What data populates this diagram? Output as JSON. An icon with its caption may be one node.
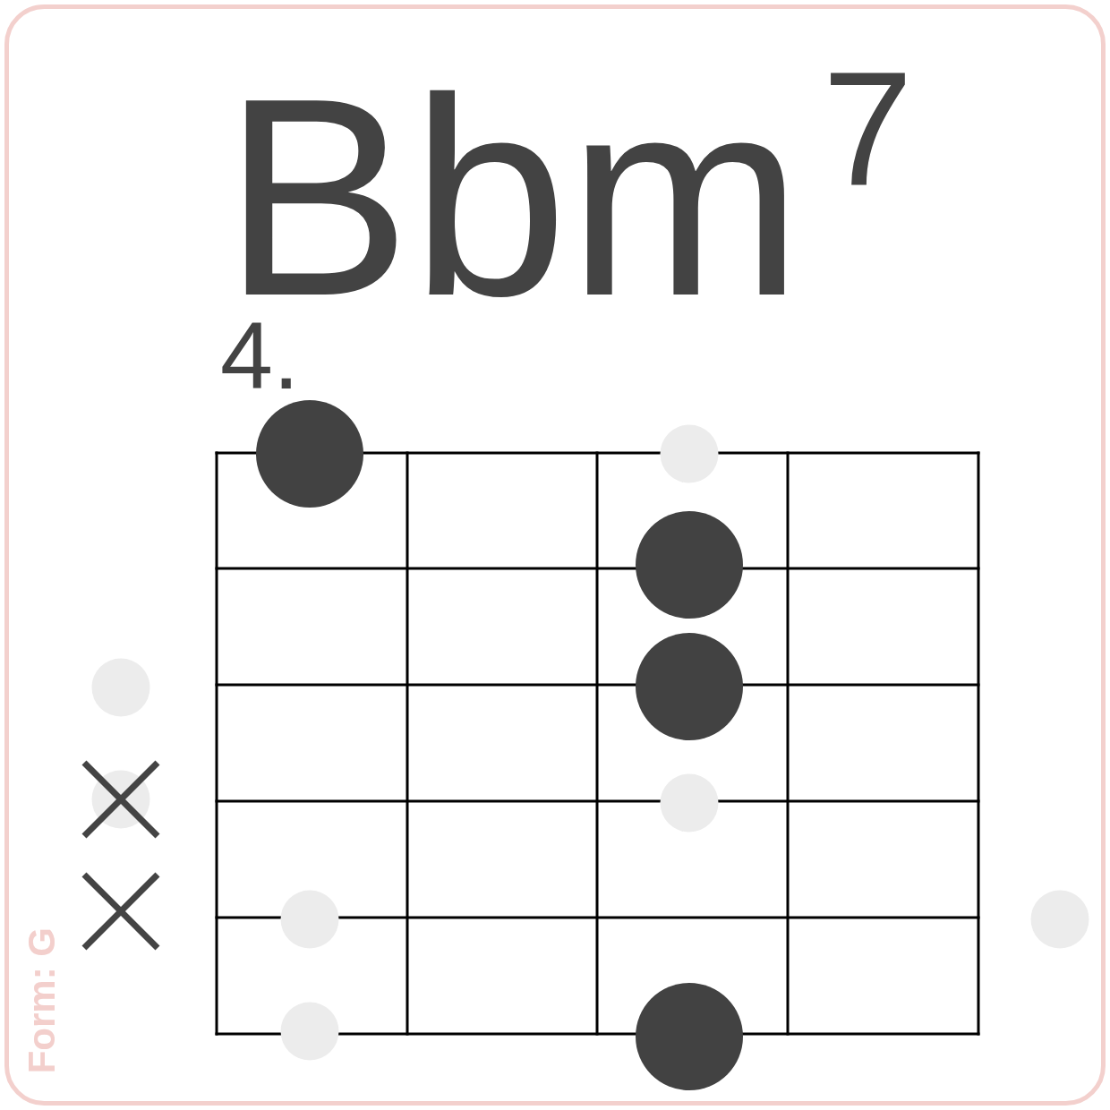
{
  "diagram": {
    "title": "Bbm$^{7}$",
    "labels": [
      "4.",
      "Form: G"
    ]
  }
}
